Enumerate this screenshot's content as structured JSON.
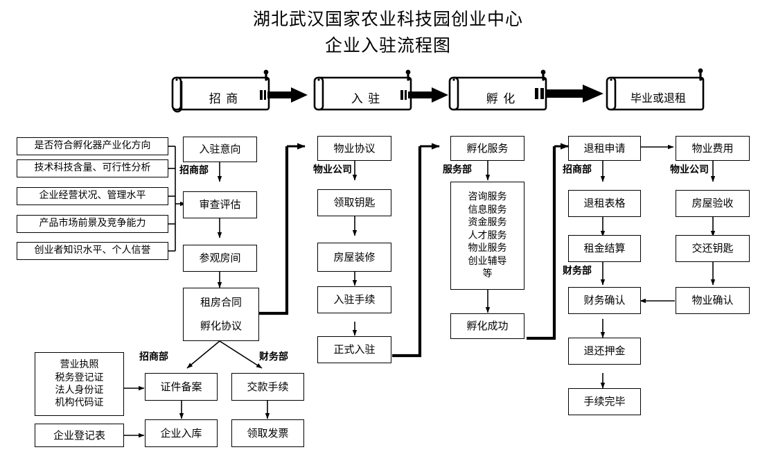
{
  "title": {
    "line1": "湖北武汉国家农业科技园创业中心",
    "line2": "企业入驻流程图"
  },
  "stages": [
    {
      "label": "招  商",
      "icon": "scroll-banner"
    },
    {
      "label": "入  驻",
      "icon": "scroll-banner"
    },
    {
      "label": "孵  化",
      "icon": "scroll-banner"
    },
    {
      "label": "毕业或退租",
      "icon": "scroll-banner"
    }
  ],
  "stage_arrows": [
    "block-arrow-right",
    "block-arrow-right",
    "block-arrow-right"
  ],
  "criteria": [
    "是否符合孵化器产业化方向",
    "技术科技含量、可行性分析",
    "企业经营状况、管理水平",
    "产品市场前景及竞争能力",
    "创业者知识水平、个人信誉"
  ],
  "col_attraction": {
    "dept": "招商部",
    "nodes": [
      "入驻意向",
      "审查评估",
      "参观房间"
    ],
    "contract": [
      "租房合同",
      "孵化协议"
    ]
  },
  "col_property": {
    "dept": "物业公司",
    "nodes": [
      "物业协议",
      "领取钥匙",
      "房屋装修",
      "入驻手续",
      "正式入驻"
    ]
  },
  "col_incubation": {
    "dept": "服务部",
    "head": "孵化服务",
    "services": [
      "咨询服务",
      "信息服务",
      "资金服务",
      "人才服务",
      "物业服务",
      "创业辅导",
      "等"
    ],
    "tail": "孵化成功"
  },
  "col_exit": {
    "dept1": "招商部",
    "dept2": "财务部",
    "nodes": [
      "退租申请",
      "退租表格",
      "租金结算",
      "财务确认",
      "退还押金",
      "手续完毕"
    ]
  },
  "col_handover": {
    "dept": "物业公司",
    "nodes": [
      "物业费用",
      "房屋验收",
      "交还钥匙",
      "物业确认"
    ]
  },
  "bottom": {
    "dept_left": "招商部",
    "dept_right": "财务部",
    "documents": [
      "营业执照",
      "税务登记证",
      "法人身份证",
      "机构代码证"
    ],
    "registration_form": "企业登记表",
    "filing": "证件备案",
    "storage": "企业入库",
    "payment": "交款手续",
    "invoice": "领取发票"
  },
  "colors": {
    "stroke": "#000000",
    "background": "#ffffff"
  }
}
